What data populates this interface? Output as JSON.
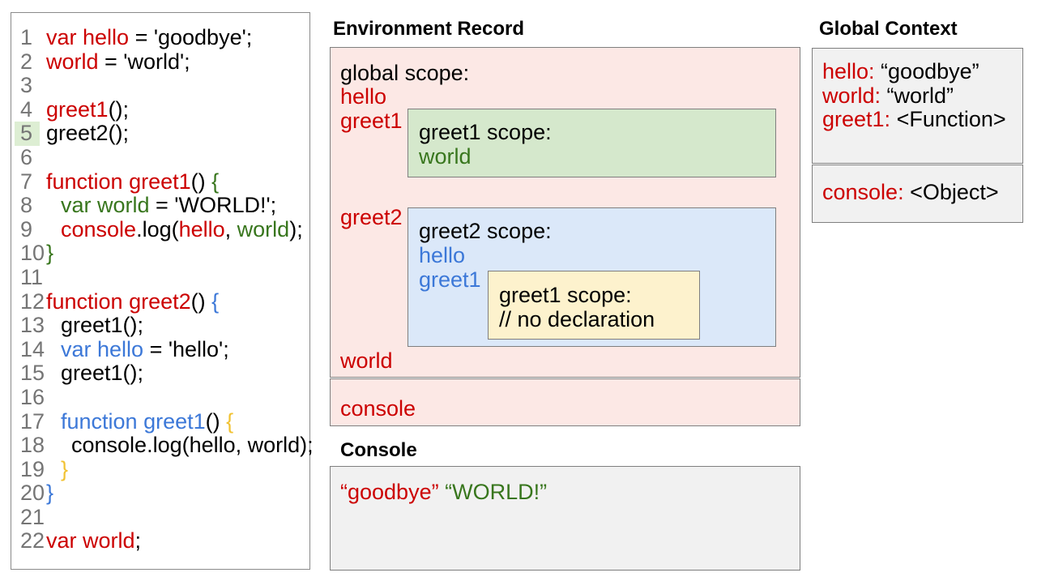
{
  "colors": {
    "red": "#cc0000",
    "green": "#38761d",
    "blue": "#3c78d8",
    "yellow": "#f1c232",
    "black": "#000000",
    "line_number_gray": "#757575",
    "pink_fill": "#fce8e5",
    "green_fill": "#d5e8cc",
    "blue_fill": "#dbe8f9",
    "yellow_fill": "#fdf2cd",
    "gray_fill": "#f1f1f1",
    "highlight_fill": "#ddeed3"
  },
  "code_panel": {
    "lines": [
      {
        "num": "1",
        "indent": 0,
        "highlight": false,
        "tokens": [
          [
            "var hello",
            "red"
          ],
          [
            " = 'goodbye';",
            "black"
          ]
        ]
      },
      {
        "num": "2",
        "indent": 0,
        "highlight": false,
        "tokens": [
          [
            "world",
            "red"
          ],
          [
            " = 'world';",
            "black"
          ]
        ]
      },
      {
        "num": "3",
        "indent": 0,
        "highlight": false,
        "tokens": []
      },
      {
        "num": "4",
        "indent": 0,
        "highlight": false,
        "tokens": [
          [
            "greet1",
            "red"
          ],
          [
            "();",
            "black"
          ]
        ]
      },
      {
        "num": "5",
        "indent": 0,
        "highlight": true,
        "tokens": [
          [
            "greet2();",
            "black"
          ]
        ]
      },
      {
        "num": "6",
        "indent": 0,
        "highlight": false,
        "tokens": []
      },
      {
        "num": "7",
        "indent": 0,
        "highlight": false,
        "tokens": [
          [
            "function greet1",
            "red"
          ],
          [
            "() ",
            "black"
          ],
          [
            "{",
            "green"
          ]
        ]
      },
      {
        "num": "8",
        "indent": 1,
        "highlight": false,
        "tokens": [
          [
            "var world",
            "green"
          ],
          [
            " = 'WORLD!';",
            "black"
          ]
        ]
      },
      {
        "num": "9",
        "indent": 1,
        "highlight": false,
        "tokens": [
          [
            "console",
            "red"
          ],
          [
            ".log(",
            "black"
          ],
          [
            "hello",
            "red"
          ],
          [
            ", ",
            "black"
          ],
          [
            "world",
            "green"
          ],
          [
            ");",
            "black"
          ]
        ]
      },
      {
        "num": "10",
        "indent": 0,
        "highlight": false,
        "tokens": [
          [
            "}",
            "green"
          ]
        ]
      },
      {
        "num": "11",
        "indent": 0,
        "highlight": false,
        "tokens": []
      },
      {
        "num": "12",
        "indent": 0,
        "highlight": false,
        "tokens": [
          [
            "function greet2",
            "red"
          ],
          [
            "() ",
            "black"
          ],
          [
            "{",
            "blue"
          ]
        ]
      },
      {
        "num": "13",
        "indent": 1,
        "highlight": false,
        "tokens": [
          [
            "greet1();",
            "black"
          ]
        ]
      },
      {
        "num": "14",
        "indent": 1,
        "highlight": false,
        "tokens": [
          [
            "var hello",
            "blue"
          ],
          [
            " = 'hello';",
            "black"
          ]
        ]
      },
      {
        "num": "15",
        "indent": 1,
        "highlight": false,
        "tokens": [
          [
            "greet1();",
            "black"
          ]
        ]
      },
      {
        "num": "16",
        "indent": 0,
        "highlight": false,
        "tokens": []
      },
      {
        "num": "17",
        "indent": 1,
        "highlight": false,
        "tokens": [
          [
            "function greet1",
            "blue"
          ],
          [
            "() ",
            "black"
          ],
          [
            "{",
            "yellow"
          ]
        ]
      },
      {
        "num": "18",
        "indent": 2,
        "highlight": false,
        "tokens": [
          [
            "console.log(hello, world);",
            "black"
          ]
        ]
      },
      {
        "num": "19",
        "indent": 1,
        "highlight": false,
        "tokens": [
          [
            "}",
            "yellow"
          ]
        ]
      },
      {
        "num": "20",
        "indent": 0,
        "highlight": false,
        "tokens": [
          [
            "}",
            "blue"
          ]
        ]
      },
      {
        "num": "21",
        "indent": 0,
        "highlight": false,
        "tokens": []
      },
      {
        "num": "22",
        "indent": 0,
        "highlight": false,
        "tokens": [
          [
            "var world",
            "red"
          ],
          [
            ";",
            "black"
          ]
        ]
      }
    ]
  },
  "env_record": {
    "title": "Environment Record",
    "global_scope": {
      "label": "global scope:",
      "var1": "hello",
      "var2": "greet1",
      "var3": "greet2",
      "var4": "world"
    },
    "greet1_scope": {
      "label": "greet1 scope:",
      "var1": "world"
    },
    "greet2_scope": {
      "label": "greet2 scope:",
      "var1": "hello",
      "var2": "greet1"
    },
    "greet1_inner_scope": {
      "label": "greet1 scope:",
      "comment": "// no declaration"
    },
    "console_row": {
      "label": "console"
    }
  },
  "console_panel": {
    "title": "Console",
    "output": [
      [
        "“goodbye”",
        "red"
      ],
      [
        " ",
        "black"
      ],
      [
        "“WORLD!”",
        "green"
      ]
    ]
  },
  "global_context": {
    "title": "Global Context",
    "main_entries": [
      {
        "label": "hello:",
        "value": " “goodbye”"
      },
      {
        "label": "world:",
        "value": " “world”"
      },
      {
        "label": "greet1:",
        "value": " <Function>"
      }
    ],
    "console_entries": [
      {
        "label": "console:",
        "value": " <Object>"
      }
    ]
  }
}
